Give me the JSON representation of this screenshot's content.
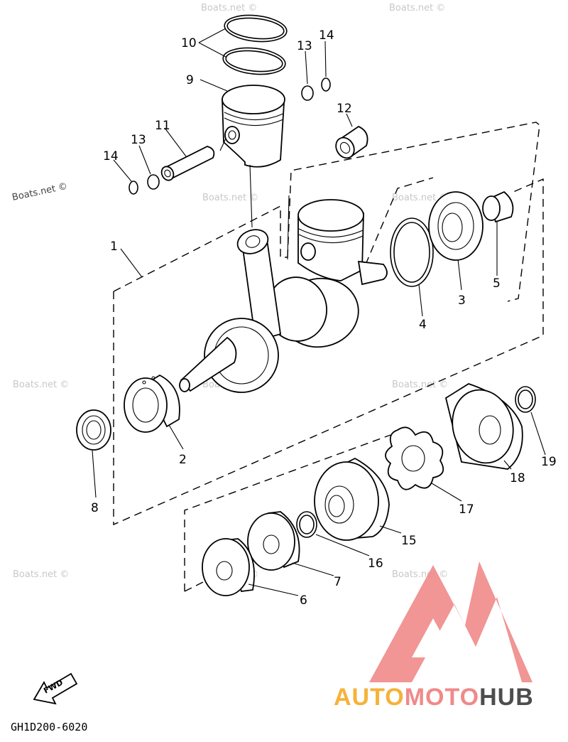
{
  "diagram": {
    "callouts": [
      "1",
      "2",
      "3",
      "4",
      "5",
      "6",
      "7",
      "8",
      "9",
      "10",
      "11",
      "12",
      "13",
      "13",
      "14",
      "14",
      "15",
      "16",
      "17",
      "18",
      "19"
    ],
    "drawing_code": "GH1D200-6020",
    "fwd_label": "FWD",
    "watermark": "Boats.net ©",
    "logo": {
      "part1": "AUTO",
      "part2": "MOTO",
      "part3": "HUB",
      "colors": {
        "triangle": "#f08a8a",
        "auto": "#f5b23a",
        "moto": "#f08a8a",
        "hub": "#4d4d4d"
      }
    }
  }
}
